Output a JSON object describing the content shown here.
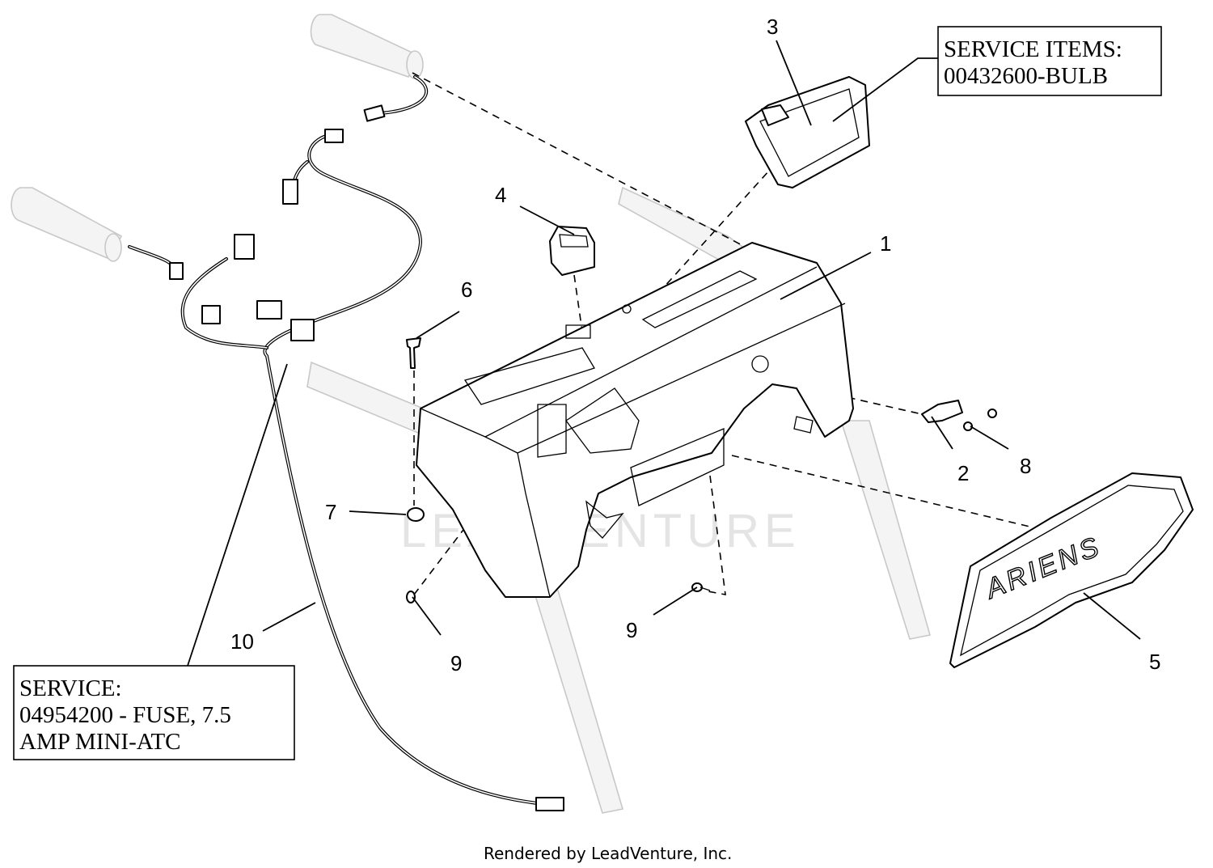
{
  "callouts": [
    {
      "id": "1",
      "label": "1"
    },
    {
      "id": "2",
      "label": "2"
    },
    {
      "id": "3",
      "label": "3"
    },
    {
      "id": "4",
      "label": "4"
    },
    {
      "id": "5",
      "label": "5"
    },
    {
      "id": "6",
      "label": "6"
    },
    {
      "id": "7",
      "label": "7"
    },
    {
      "id": "8",
      "label": "8"
    },
    {
      "id": "9a",
      "label": "9"
    },
    {
      "id": "9b",
      "label": "9"
    },
    {
      "id": "10",
      "label": "10"
    }
  ],
  "service_items_box": {
    "line1": "SERVICE ITEMS:",
    "line2": "00432600-BULB"
  },
  "service_box": {
    "line1": "SERVICE:",
    "line2": "04954200 - FUSE, 7.5",
    "line3": "AMP MINI-ATC"
  },
  "watermark": "LEADVENTURE",
  "footer": "Rendered by LeadVenture, Inc.",
  "logo_text": "ARIENS"
}
